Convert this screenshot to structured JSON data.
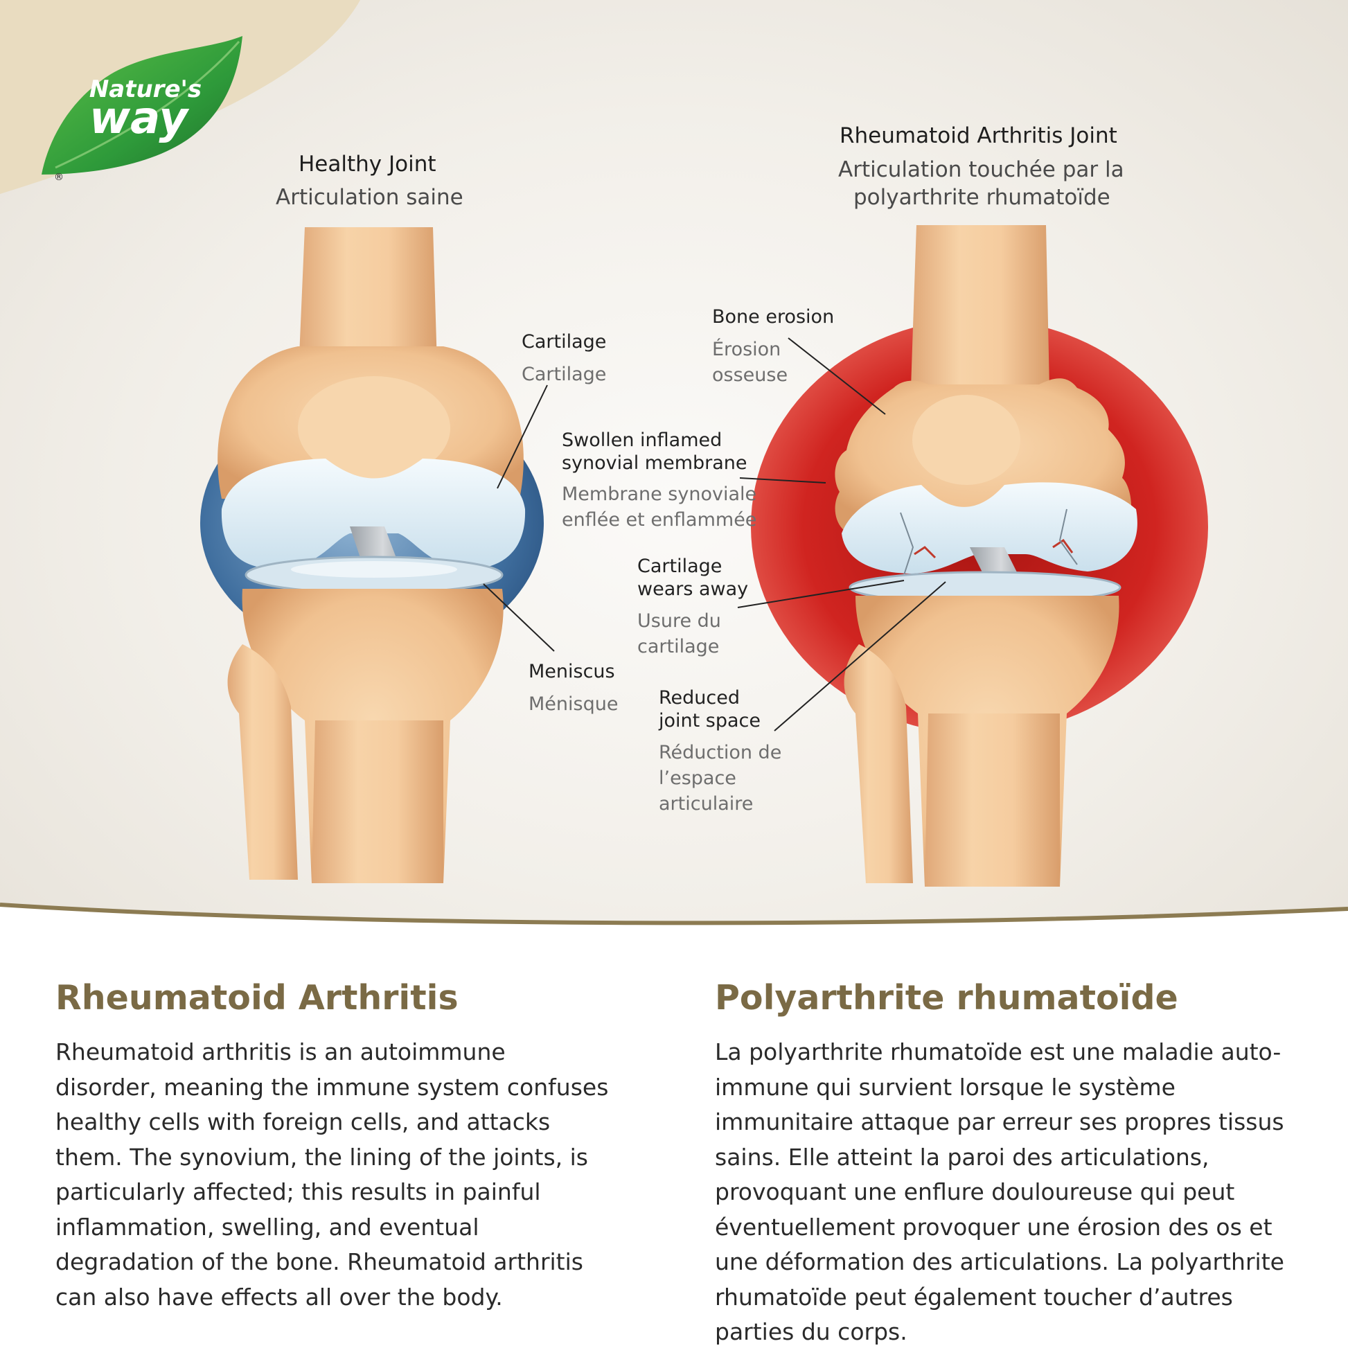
{
  "brand": {
    "logo_line1": "Nature's",
    "logo_line2": "way",
    "registered": "®",
    "green": "#2e9a3a",
    "green_dark": "#1e6f2a"
  },
  "diagram": {
    "healthy": {
      "title_en": "Healthy Joint",
      "title_fr": "Articulation saine"
    },
    "ra": {
      "title_en": "Rheumatoid Arthritis Joint",
      "title_fr_line1": "Articulation touchée par la",
      "title_fr_line2": "polyarthrite rhumatoïde"
    },
    "labels": {
      "cartilage": {
        "en": "Cartilage",
        "fr": "Cartilage"
      },
      "meniscus": {
        "en": "Meniscus",
        "fr": "Ménisque"
      },
      "bone_erosion": {
        "en": "Bone erosion",
        "fr_line1": "Érosion",
        "fr_line2": "osseuse"
      },
      "swollen": {
        "en_line1": "Swollen inflamed",
        "en_line2": "synovial membrane",
        "fr_line1": "Membrane synoviale",
        "fr_line2": "enflée et enflammée"
      },
      "wears_away": {
        "en_line1": "Cartilage",
        "en_line2": "wears away",
        "fr_line1": "Usure du",
        "fr_line2": "cartilage"
      },
      "reduced_space": {
        "en_line1": "Reduced",
        "en_line2": "joint space",
        "fr_line1": "Réduction de",
        "fr_line2": "l’espace",
        "fr_line3": "articulaire"
      }
    },
    "colors": {
      "bone": "#f3c99a",
      "bone_shadow": "#dea574",
      "cartilage": "#dfeef7",
      "healthy_synovium": "#3f6e9e",
      "inflamed_synovium": "#c8201e",
      "divider": "#8c7b52"
    }
  },
  "sections": {
    "en": {
      "heading": "Rheumatoid Arthritis",
      "body": "Rheumatoid arthritis is an autoimmune disorder, meaning the immune system confuses healthy cells with foreign cells, and attacks them. The synovium, the lining of the joints, is particularly affected; this results in painful inflammation, swelling, and eventual degradation of the bone. Rheumatoid arthritis can also have effects all over the body."
    },
    "fr": {
      "heading": "Polyarthrite rhumatoïde",
      "body": "La polyarthrite rhumatoïde est une maladie auto-immune qui survient lorsque le système immunitaire attaque par erreur ses propres tissus sains. Elle atteint la paroi des articulations, provoquant une enflure douloureuse qui peut éventuellement provoquer une érosion des os et une déformation des articulations. La polyarthrite rhumatoïde peut également toucher d’autres parties du corps."
    }
  }
}
